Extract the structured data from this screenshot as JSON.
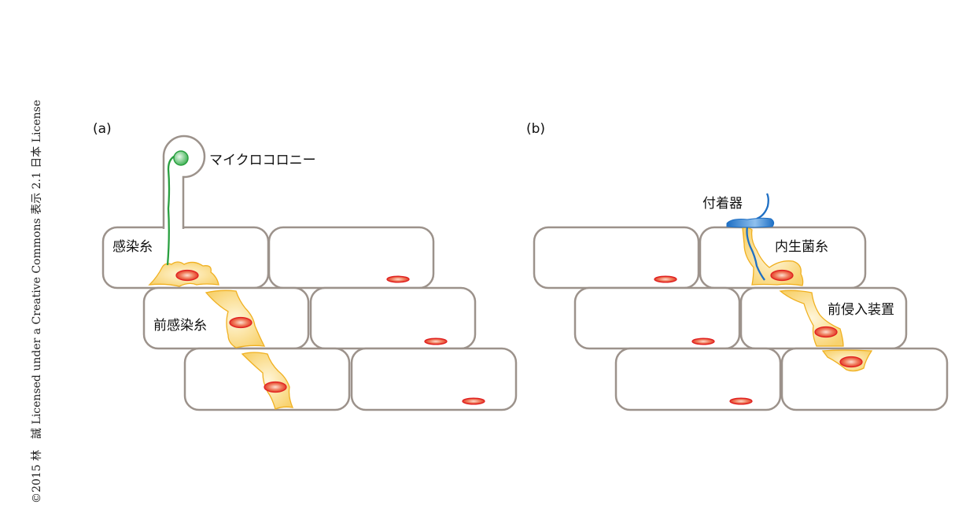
{
  "copyright": "©2015 林　誠 Licensed under a Creative Commons 表示 2.1 日本 License",
  "panel_a": {
    "label": "(a)",
    "microcolony": "マイクロコロニー",
    "infection_hypha": "感染糸",
    "pre_infection_hypha": "前感染糸"
  },
  "panel_b": {
    "label": "(b)",
    "appressorium": "付着器",
    "endophytic_hypha": "内生菌糸",
    "prepenetration_apparatus": "前侵入装置"
  },
  "colors": {
    "cell_wall": "#9c928b",
    "hypha": "#f7d27a",
    "hypha_edge": "#f0b020",
    "nucleus": "#e02020",
    "microcolony": "#3cb050",
    "appressorium": "#2070c0"
  }
}
